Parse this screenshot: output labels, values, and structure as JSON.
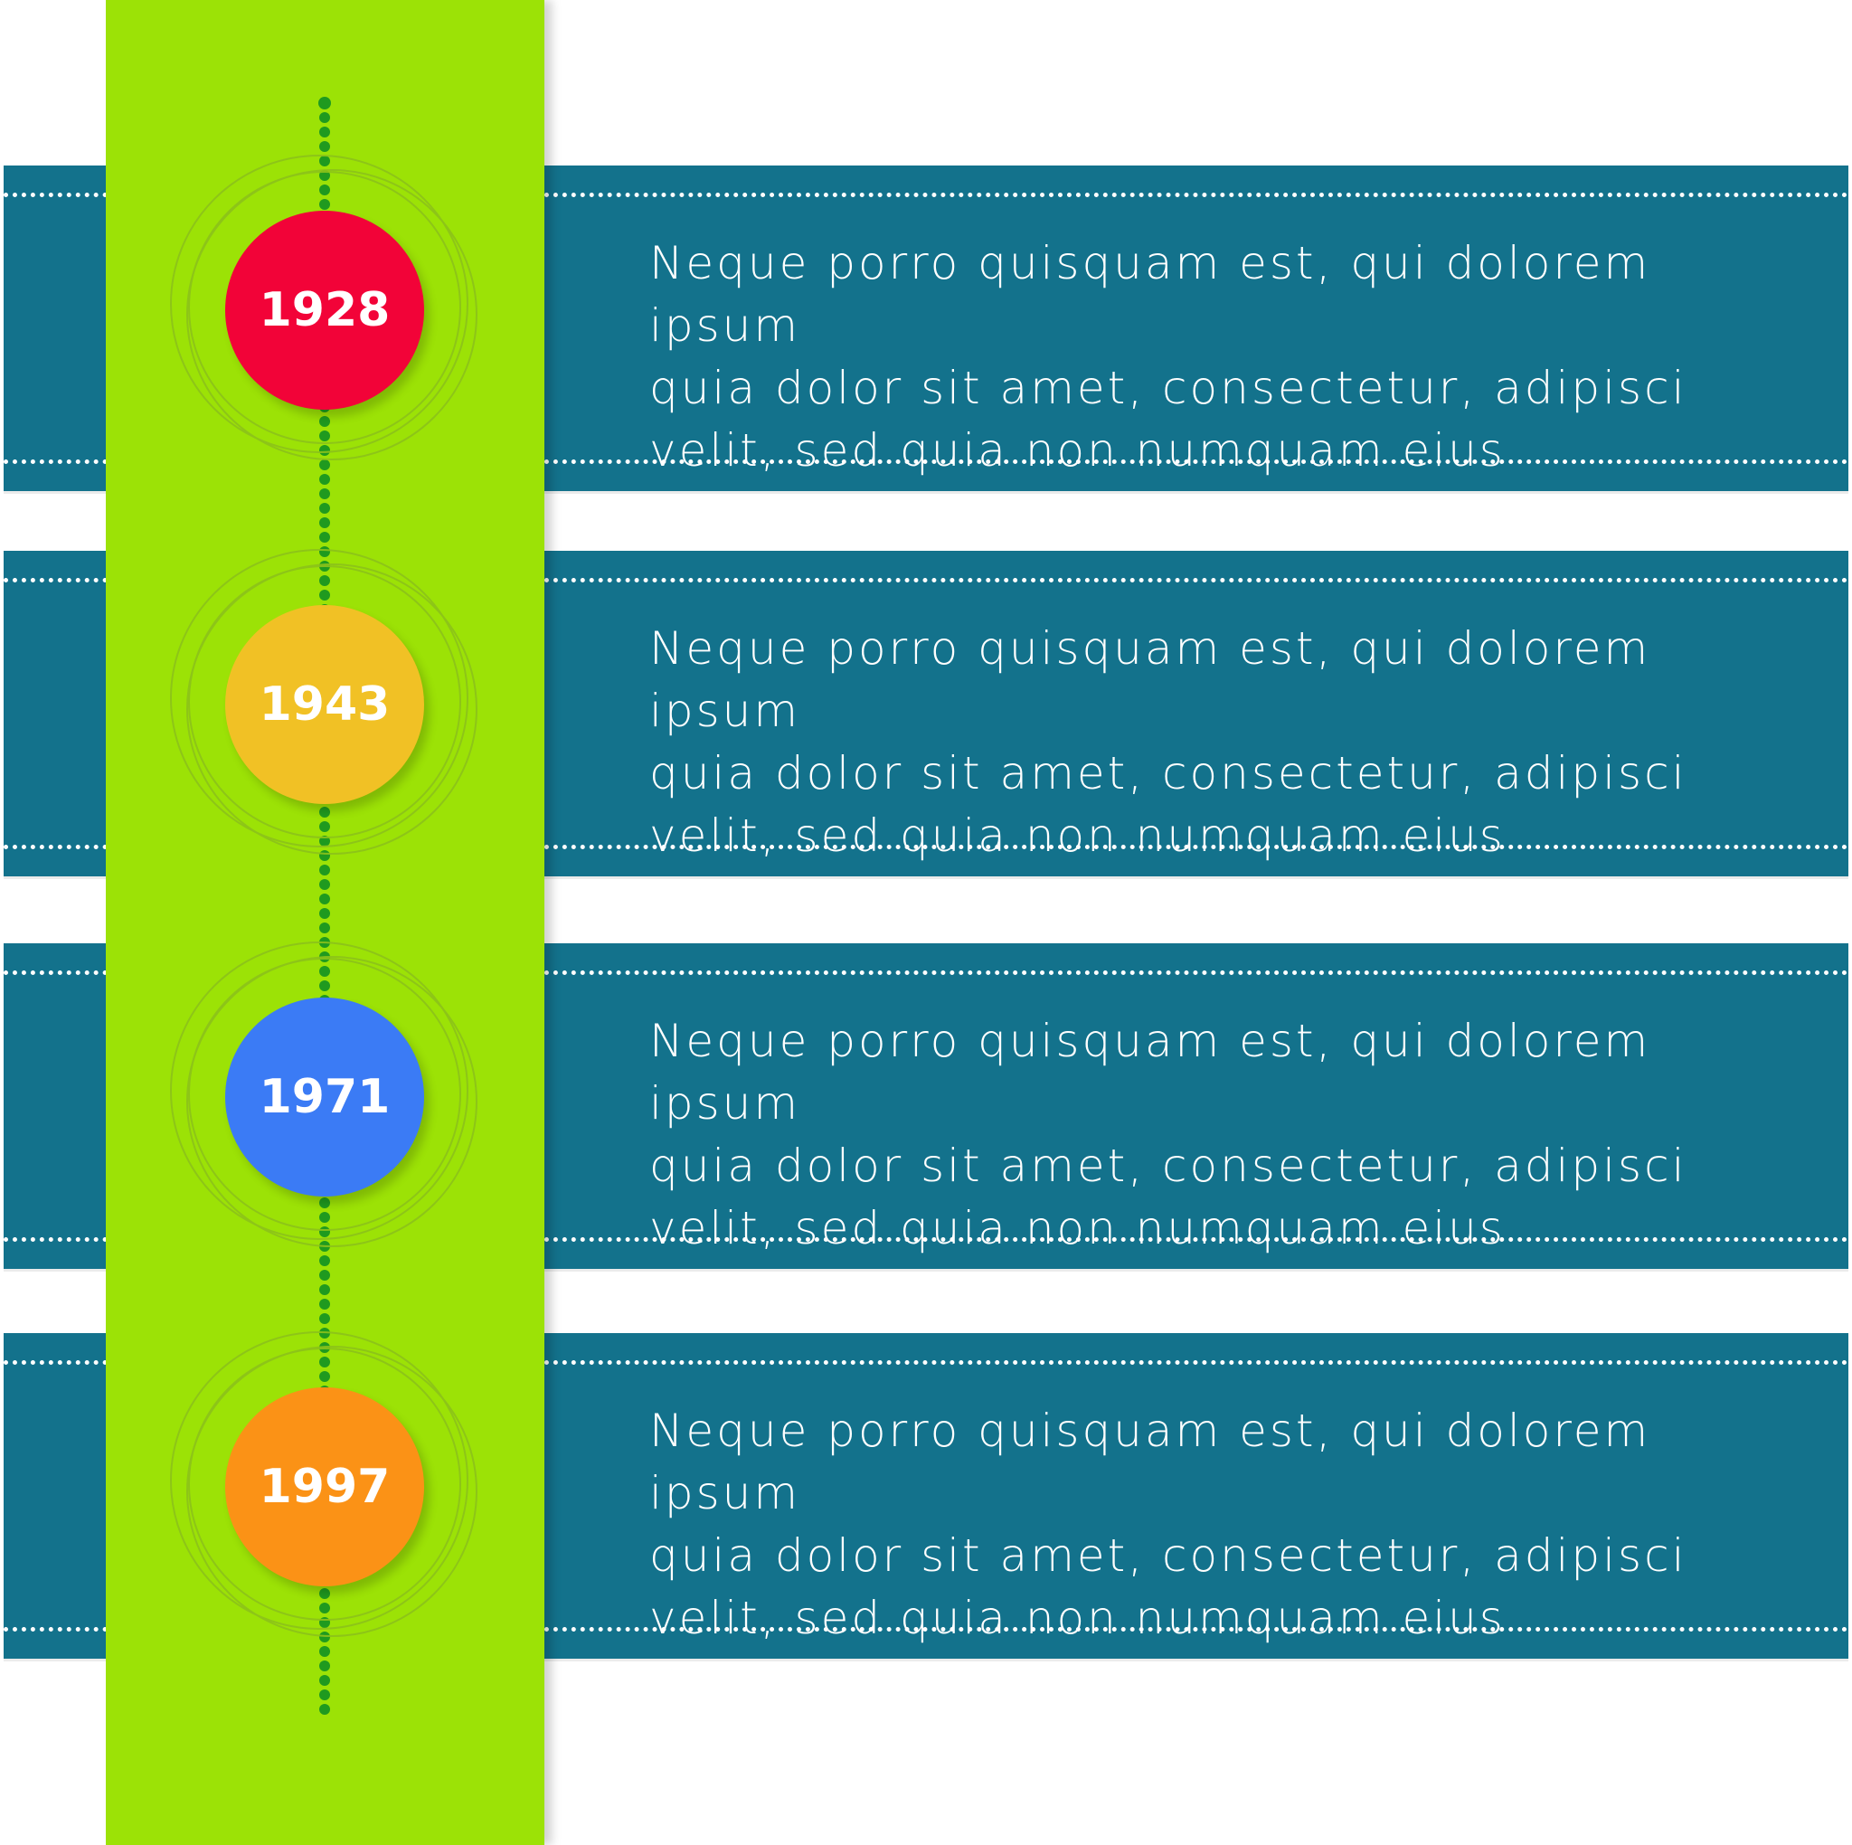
{
  "timeline": {
    "entries": [
      {
        "year": "1928",
        "color": "#f20338",
        "text": "Neque porro quisquam est, qui dolorem ipsum\nquia dolor sit amet, consectetur, adipisci\nvelit, sed quia non numquam eius"
      },
      {
        "year": "1943",
        "color": "#f1c125",
        "text": "Neque porro quisquam est, qui dolorem ipsum\nquia dolor sit amet, consectetur, adipisci\nvelit, sed quia non numquam eius"
      },
      {
        "year": "1971",
        "color": "#3b7bf5",
        "text": "Neque porro quisquam est, qui dolorem ipsum\nquia dolor sit amet, consectetur, adipisci\nvelit, sed quia non numquam eius"
      },
      {
        "year": "1997",
        "color": "#fb9216",
        "text": "Neque porro quisquam est, qui dolorem ipsum\nquia dolor sit amet, consectetur, adipisci\nvelit, sed quia non numquam eius"
      }
    ]
  },
  "colors": {
    "band": "#13728c",
    "column": "#9ce206",
    "dots": "#1f9a1f"
  }
}
